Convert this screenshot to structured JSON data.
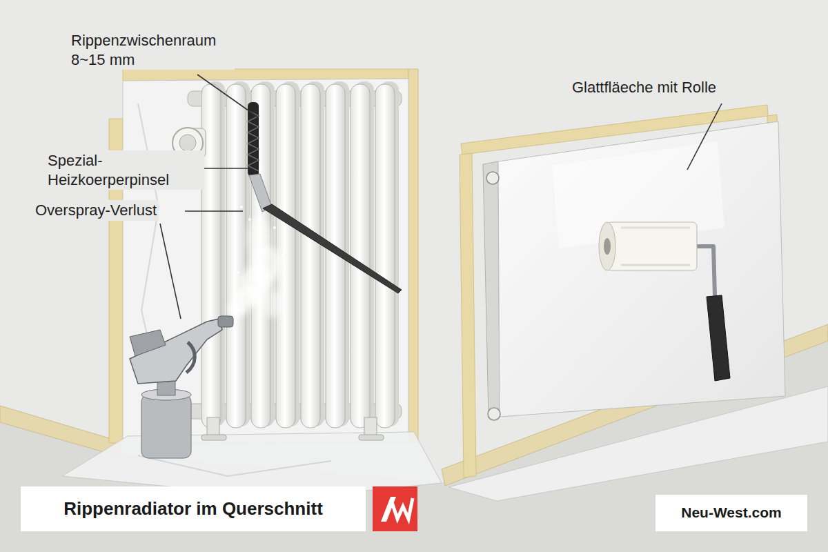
{
  "diagram": {
    "title": "Rippenradiator im Querschnitt",
    "labels": [
      "Rippenzwischenraum 8~15 mm",
      "Glattfläeche mit Rolle",
      "Spezial- Heizkoerperpinsel",
      "Overspray-Verlust",
      "Neu-West.com"
    ]
  }
}
